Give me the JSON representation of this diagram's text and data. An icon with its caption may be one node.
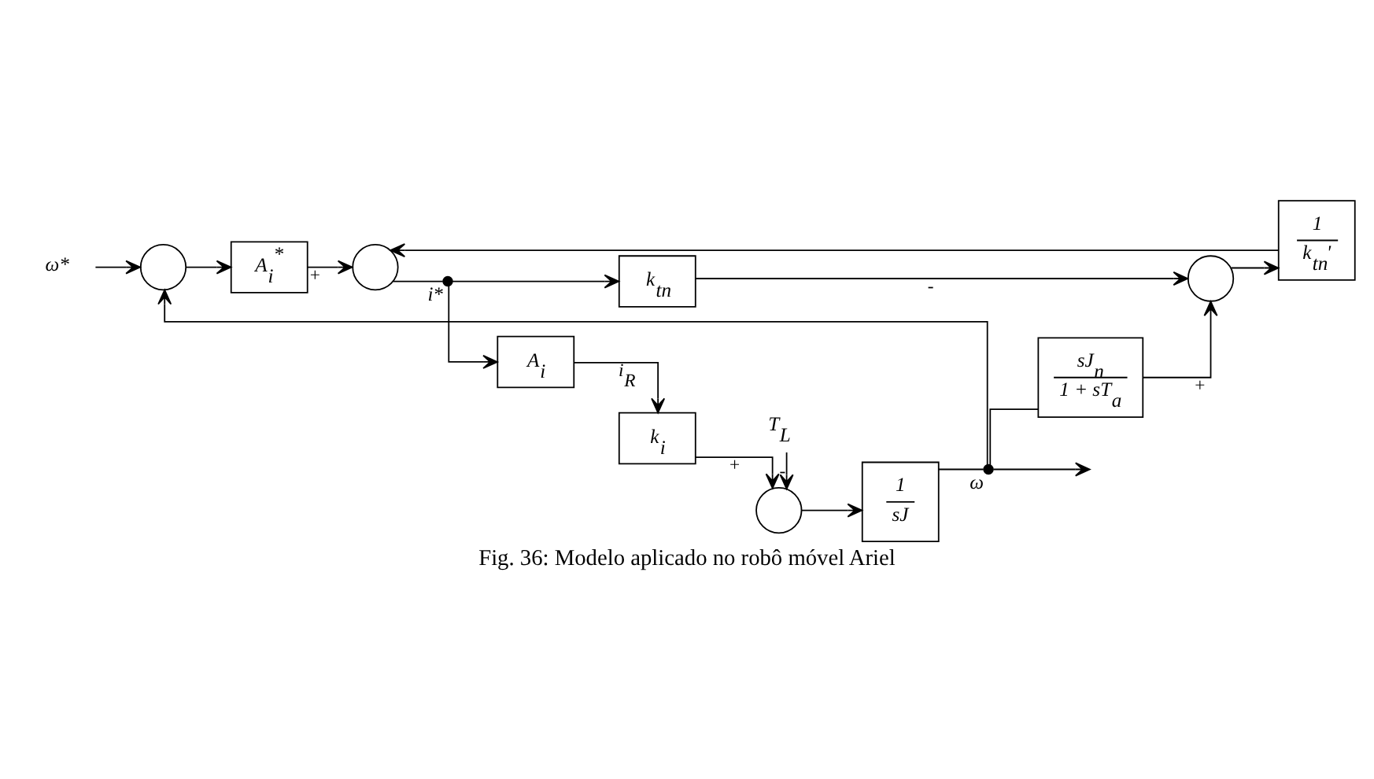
{
  "diagram": {
    "caption": "Fig. 36: Modelo aplicado no robô móvel Ariel",
    "nodes": [
      {
        "text": [
          "ω*"
        ]
      },
      {
        "text": [],
        "shape": "circle"
      },
      {
        "text": [
          "A$_{i}$$^{*}$"
        ]
      },
      {
        "text": [],
        "shape": "circle"
      },
      {
        "text": [],
        "shape": "dot",
        "beside": [
          "i*"
        ]
      },
      {
        "text": [
          "A$_{i}$"
        ]
      },
      {
        "text": [
          "k$_{i}$"
        ]
      },
      {
        "text": [],
        "shape": "circle"
      },
      {
        "text": [
          "T$_{L}$"
        ]
      },
      {
        "text": [
          "1",
          "sJ"
        ]
      },
      {
        "text": [],
        "shape": "dot",
        "beside": [
          "ω"
        ]
      },
      {
        "text": [
          "sJ$_{n}$",
          "1 + sT$_{a}$"
        ]
      },
      {
        "text": [
          "k$_{tn}$"
        ]
      },
      {
        "text": [],
        "shape": "circle"
      },
      {
        "text": [
          "1",
          "k$_{tn}$'"
        ]
      }
    ],
    "edges": [
      {
        "from": 0,
        "to": 1,
        "arrow": "to"
      },
      {
        "from": 1,
        "to": 2,
        "arrow": "to"
      },
      {
        "from": 2,
        "to": 3,
        "arrow": "to",
        "label": "+"
      },
      {
        "from": 3,
        "to": 4,
        "arrow": "none"
      },
      {
        "from": 4,
        "to": 5,
        "arrow": "to"
      },
      {
        "from": 5,
        "to": 6,
        "arrow": "to",
        "label": "i$_{R}$"
      },
      {
        "from": 6,
        "to": 7,
        "arrow": "to",
        "label": "+"
      },
      {
        "from": 8,
        "to": 7,
        "arrow": "to",
        "label": "-"
      },
      {
        "from": 7,
        "to": 9,
        "arrow": "to"
      },
      {
        "from": 9,
        "to": 10,
        "arrow": "none"
      },
      {
        "from": 10,
        "to": null,
        "arrow": "to"
      },
      {
        "from": 10,
        "to": 11,
        "arrow": "none"
      },
      {
        "from": 11,
        "to": 13,
        "arrow": "to",
        "label": "+"
      },
      {
        "from": 4,
        "to": 12,
        "arrow": "to"
      },
      {
        "from": 12,
        "to": 13,
        "arrow": "to",
        "label": "-"
      },
      {
        "from": 13,
        "to": 14,
        "arrow": "to"
      },
      {
        "from": 14,
        "to": 3,
        "arrow": "to"
      },
      {
        "from": 10,
        "to": 1,
        "arrow": "to"
      }
    ]
  }
}
